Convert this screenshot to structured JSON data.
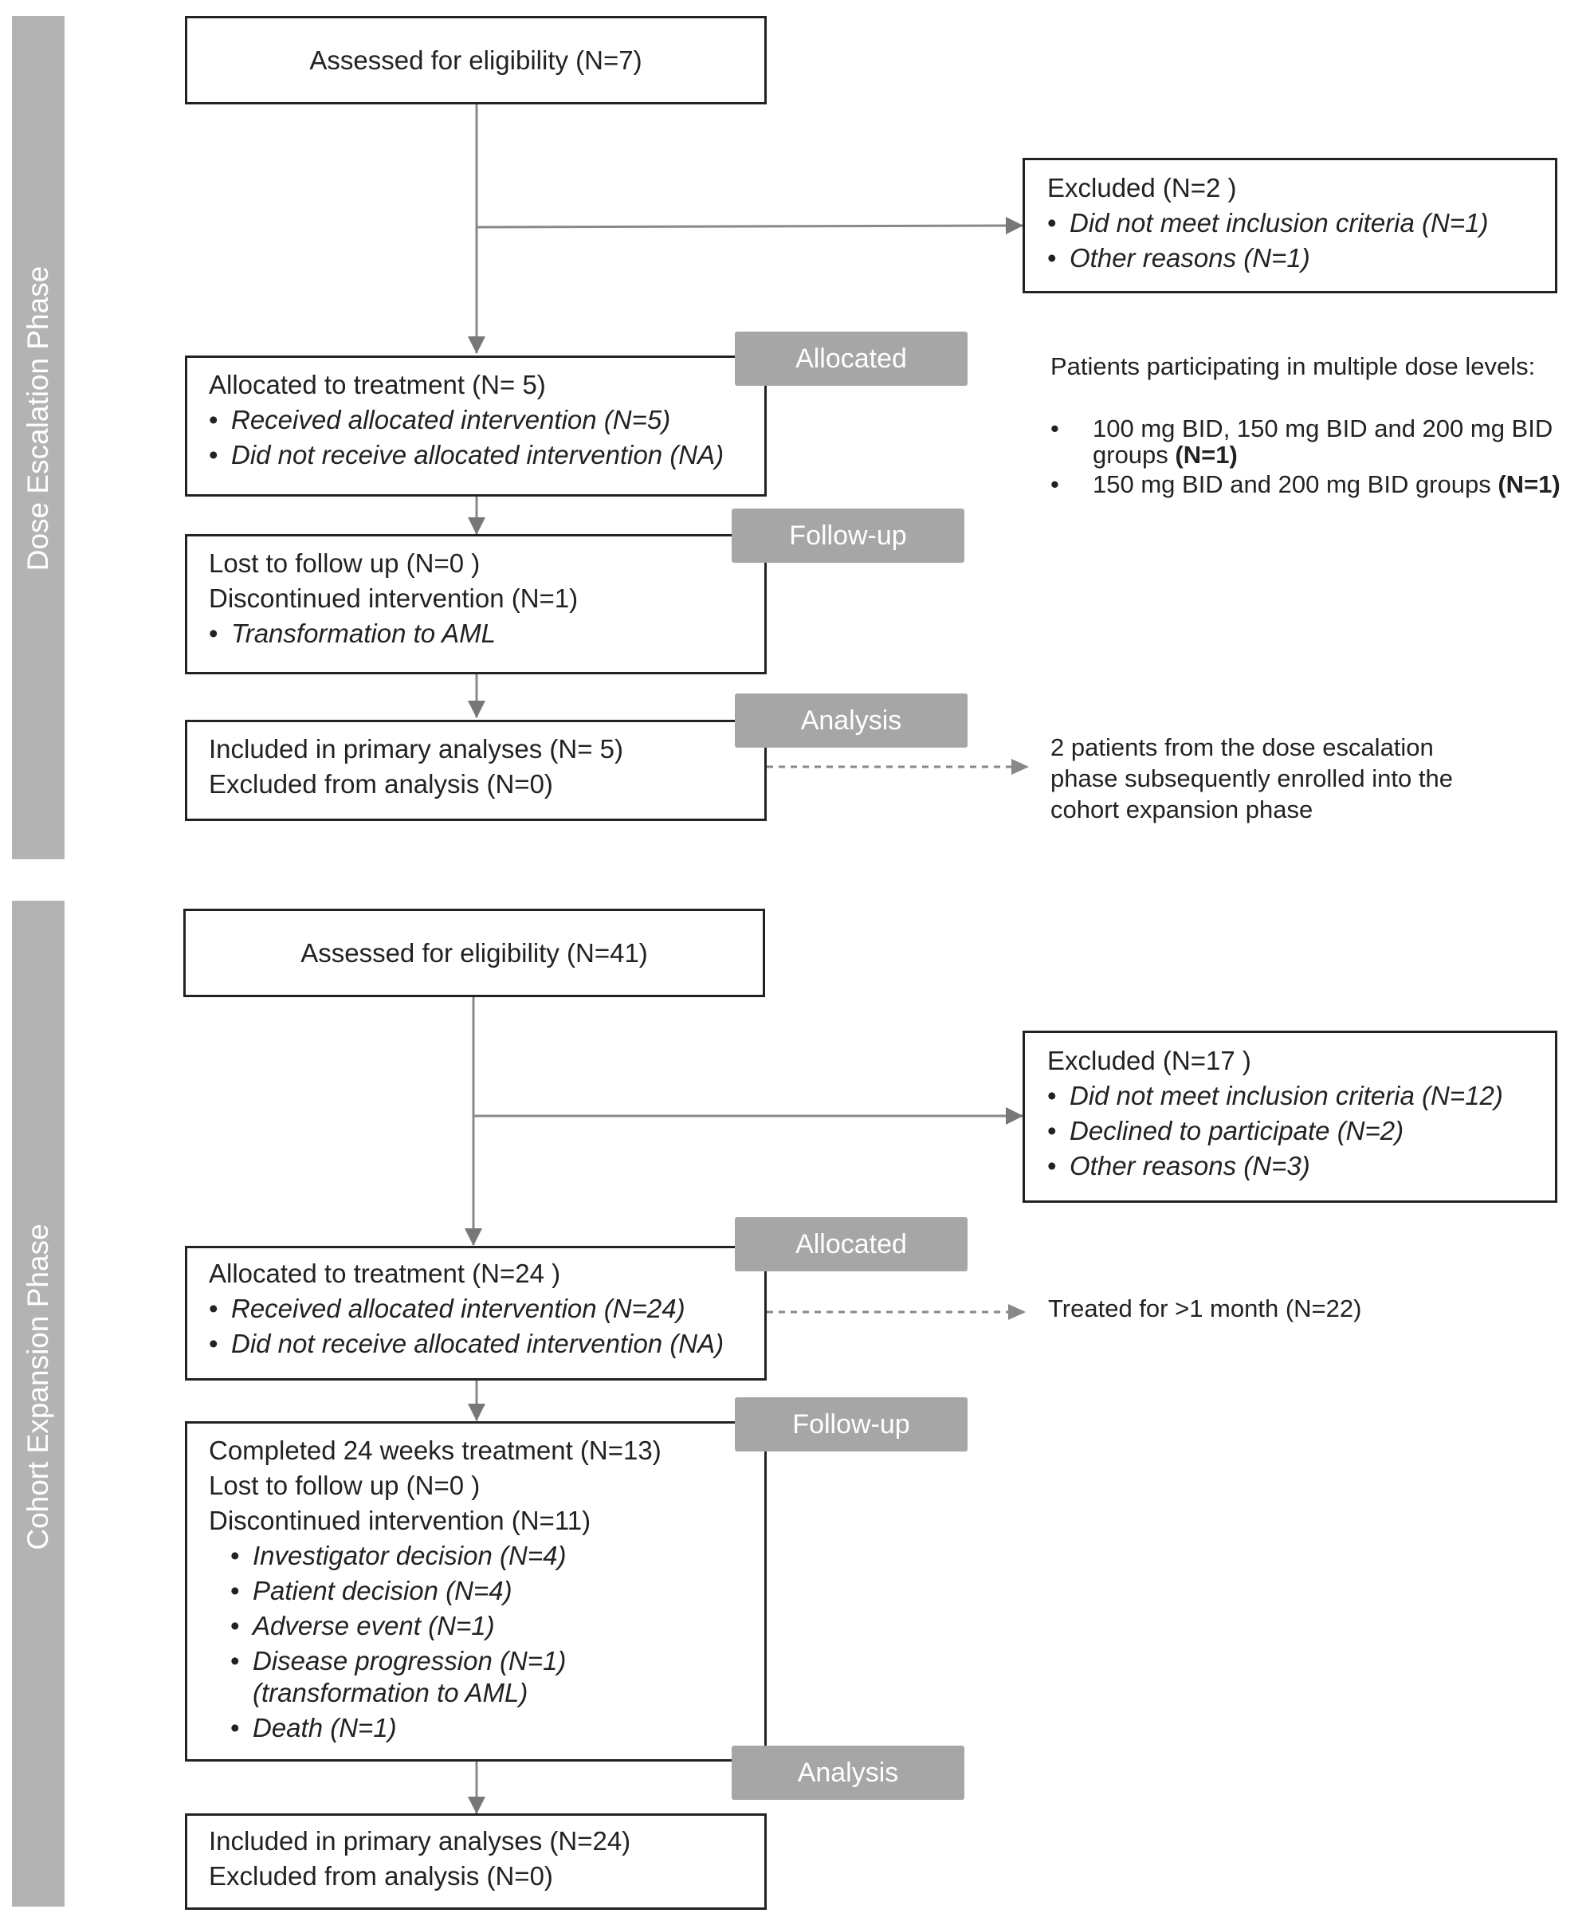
{
  "phases": {
    "dose_escalation": "Dose Escalation Phase",
    "cohort_expansion": "Cohort Expansion Phase"
  },
  "tags": {
    "allocated": "Allocated",
    "follow_up": "Follow-up",
    "analysis": "Analysis"
  },
  "escalation": {
    "assessed": "Assessed for eligibility (N=7)",
    "excluded": {
      "title": "Excluded (N=2 )",
      "items": [
        "Did not meet inclusion criteria (N=1)",
        "Other reasons (N=1)"
      ]
    },
    "allocated": {
      "title": "Allocated to treatment (N= 5)",
      "items": [
        "Received allocated intervention (N=5)",
        "Did not receive allocated intervention (NA)"
      ]
    },
    "followup": {
      "lost": "Lost to follow up (N=0 )",
      "discontinued": "Discontinued intervention (N=1)",
      "items": [
        "Transformation to AML"
      ]
    },
    "analysis": {
      "included": "Included in primary analyses (N= 5)",
      "excluded": "Excluded from analysis (N=0)"
    },
    "multi_dose_note": {
      "heading": "Patients participating in multiple dose levels:",
      "item1_text": "100 mg BID, 150 mg BID and 200 mg BID",
      "item1_cont": "groups",
      "item1_n": "(N=1)",
      "item2_text": "150 mg BID and 200 mg BID groups",
      "item2_n": "(N=1)"
    },
    "enrolled_note": [
      "2 patients from the dose escalation",
      "phase subsequently enrolled into the",
      "cohort expansion phase"
    ]
  },
  "expansion": {
    "assessed": "Assessed for eligibility (N=41)",
    "excluded": {
      "title": "Excluded (N=17 )",
      "items": [
        "Did not meet inclusion criteria (N=12)",
        "Declined to participate (N=2)",
        "Other reasons (N=3)"
      ]
    },
    "allocated": {
      "title": "Allocated to treatment (N=24 )",
      "items": [
        "Received allocated intervention (N=24)",
        "Did not receive allocated intervention (NA)"
      ]
    },
    "treated_note": "Treated for >1 month (N=22)",
    "followup": {
      "completed": "Completed 24 weeks treatment (N=13)",
      "lost": "Lost to follow up (N=0 )",
      "discontinued": "Discontinued intervention (N=11)",
      "items": [
        "Investigator decision (N=4)",
        "Patient decision (N=4)",
        "Adverse event (N=1)",
        "Disease progression (N=1)",
        "(transformation to AML)",
        "Death (N=1)"
      ]
    },
    "analysis": {
      "included": "Included in primary analyses (N=24)",
      "excluded": "Excluded from analysis (N=0)"
    }
  }
}
